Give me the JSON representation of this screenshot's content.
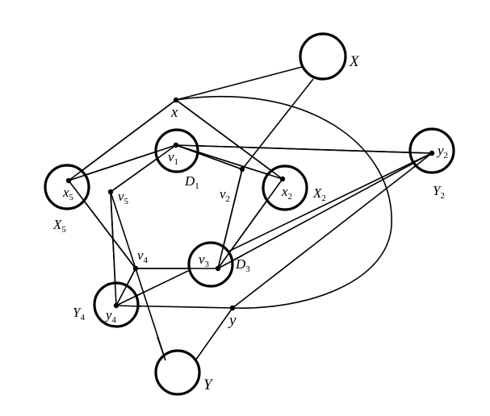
{
  "labels": {
    "X": "X",
    "x": "x",
    "Y": "Y",
    "y": "y",
    "v1": "v",
    "v1_sub": "1",
    "v2": "v",
    "v2_sub": "2",
    "v3": "v",
    "v3_sub": "3",
    "v4": "v",
    "v4_sub": "4",
    "v5": "v",
    "v5_sub": "5",
    "x2": "x",
    "x2_sub": "2",
    "x5": "x",
    "x5_sub": "5",
    "y2": "y",
    "y2_sub": "2",
    "y4": "y",
    "y4_sub": "4",
    "D1": "D",
    "D1_sub": "1",
    "D3": "D",
    "D3_sub": "3",
    "X2": "X",
    "X2_sub": "2",
    "X5": "X",
    "X5_sub": "5",
    "Y2": "Y",
    "Y2_sub": "2",
    "Y4": "Y",
    "Y4_sub": "4"
  }
}
